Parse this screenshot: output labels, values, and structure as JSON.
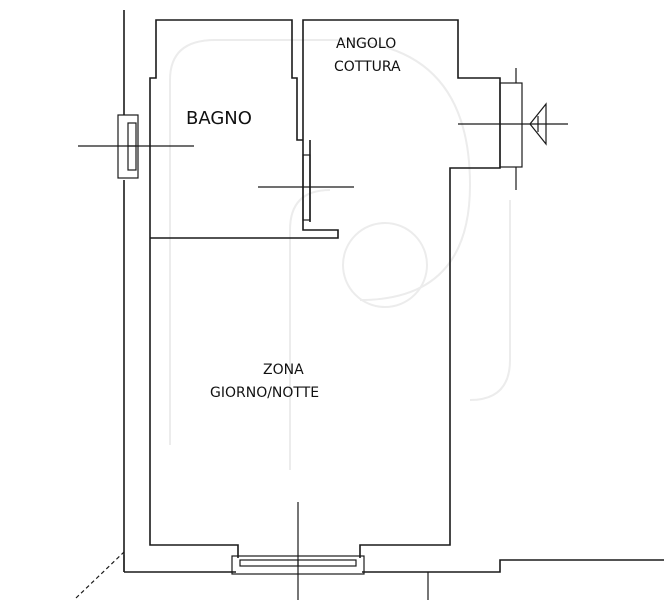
{
  "rooms": {
    "bagno": "BAGNO",
    "angolo_cottura_line1": "ANGOLO",
    "angolo_cottura_line2": "COTTURA",
    "zona_line1": "ZONA",
    "zona_line2": "GIORNO/NOTTE"
  },
  "colors": {
    "wall": "#1a1a1a",
    "watermark": "#ececec",
    "background": "#ffffff"
  },
  "icons": [
    "window-symbol-icon",
    "door-symbol-icon",
    "wall-vent-icon"
  ]
}
